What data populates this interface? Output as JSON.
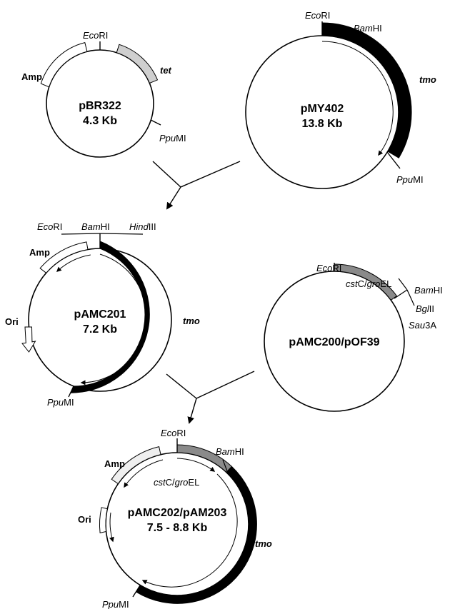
{
  "colors": {
    "ink": "#000000",
    "gene_tet": "#cfcfcf",
    "gene_cst": "#8a8a8a",
    "gene_tmo": "#000000",
    "open": "#ffffff"
  },
  "plasmids": {
    "pbr322": {
      "name": "pBR322",
      "size": "4.3 Kb",
      "sites": {
        "ecori_a": "Eco",
        "ecori_b": "RI",
        "ppumi_a": "Ppu",
        "ppumi_b": "MI"
      },
      "genes": {
        "amp": "Amp",
        "tet": "tet"
      }
    },
    "pmy402": {
      "name": "pMY402",
      "size": "13.8 Kb",
      "sites": {
        "ecori_a": "Eco",
        "ecori_b": "RI",
        "bamhi_a": "Bam",
        "bamhi_b": "HI",
        "ppumi_a": "Ppu",
        "ppumi_b": "MI"
      },
      "genes": {
        "tmo": "tmo"
      }
    },
    "pamc201": {
      "name": "pAMC201",
      "size": "7.2 Kb",
      "sites": {
        "ecori_a": "Eco",
        "ecori_b": "RI",
        "bamhi_a": "Bam",
        "bamhi_b": "HI",
        "hindiii_a": "Hind",
        "hindiii_b": "III",
        "ppumi_a": "Ppu",
        "ppumi_b": "MI"
      },
      "genes": {
        "amp": "Amp",
        "ori": "Ori",
        "tmo": "tmo"
      }
    },
    "pamc200": {
      "name": "pAMC200/pOF39",
      "sites": {
        "ecori_a": "Eco",
        "ecori_b": "RI",
        "bamhi_a": "Bam",
        "bamhi_b": "HI",
        "bglii_a": "Bgl",
        "bglii_b": "II",
        "sau3a_a": "Sau",
        "sau3a_b": "3A"
      },
      "genes": {
        "cst_a": "cst",
        "cst_b": "C/",
        "cst_c": "gro",
        "cst_d": "EL"
      }
    },
    "pamc202": {
      "name": "pAMC202/pAM203",
      "size": "7.5 - 8.8 Kb",
      "sites": {
        "ecori_a": "Eco",
        "ecori_b": "RI",
        "bamhi_a": "Bam",
        "bamhi_b": "HI",
        "ppumi_a": "Ppu",
        "ppumi_b": "MI"
      },
      "genes": {
        "amp": "Amp",
        "ori": "Ori",
        "tmo": "tmo",
        "cst_a": "cst",
        "cst_b": "C/",
        "cst_c": "gro",
        "cst_d": "EL"
      }
    }
  }
}
